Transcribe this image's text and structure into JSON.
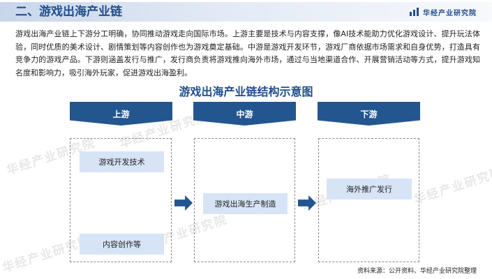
{
  "header": {
    "title": "二、游戏出海产业链",
    "brand": "华经产业研究院"
  },
  "intro": "游戏出海产业链上下游分工明确，协同推动游戏走向国际市场。上游主要是技术与内容支撑，像AI技术能助力优化游戏设计、提升玩法体验，同时优质的美术设计、剧情策划等内容创作也为游戏奠定基础。中游是游戏开发环节，游戏厂商依据市场需求和自身优势，打造具有竞争力的游戏产品。下游则涵盖发行与推广，发行商负责将游戏推向海外市场，通过与当地渠道合作、开展营销活动等方式，提升游戏知名度和影响力，吸引海外玩家，促进游戏出海盈利。",
  "diagram": {
    "title": "游戏出海产业链结构示意图",
    "stages": [
      {
        "label": "上游",
        "items": [
          "游戏开发技术",
          "内容创作等"
        ]
      },
      {
        "label": "中游",
        "items": [
          "游戏出海生产制造"
        ]
      },
      {
        "label": "下游",
        "items": [
          "海外推广发行"
        ]
      }
    ]
  },
  "watermark": "华经产业研究院",
  "source": "资料来源：公开资料、华经产业研究院整理",
  "colors": {
    "primary": "#23568f",
    "title": "#1f4e8c",
    "item_fill": "#d6e4f6"
  }
}
